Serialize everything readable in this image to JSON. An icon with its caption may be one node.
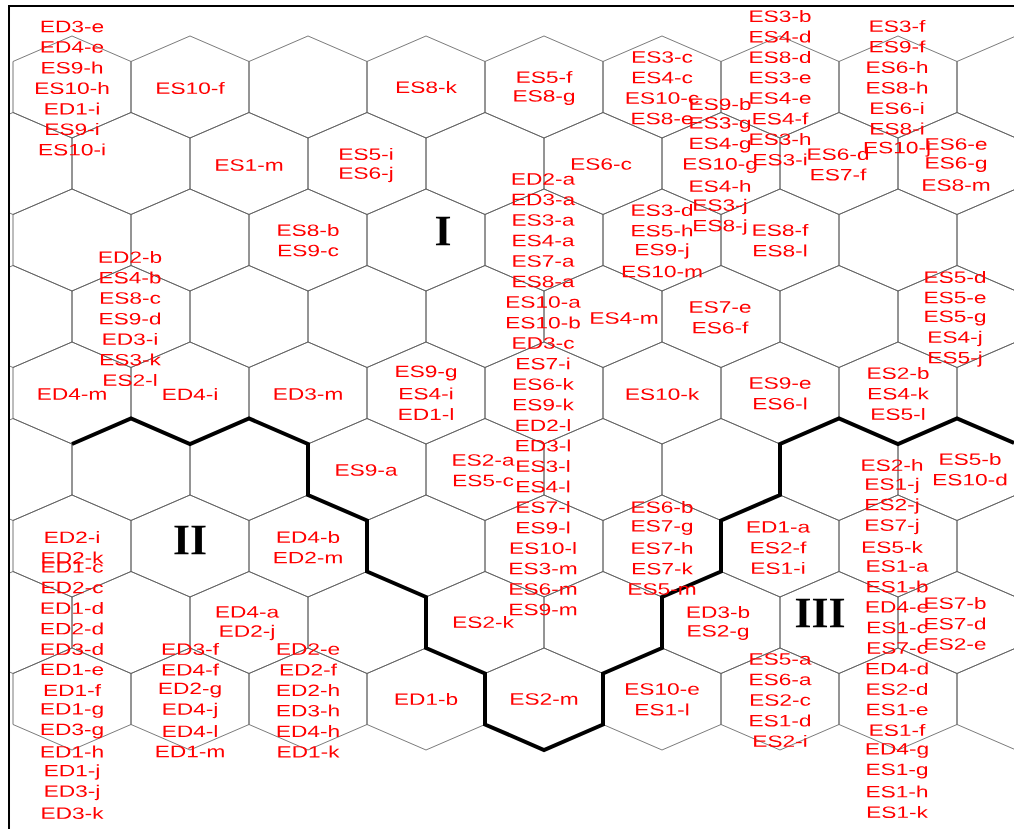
{
  "diagram": {
    "labels": [
      "ED3-e",
      "ED4-e",
      "ES9-h",
      "ES10-h",
      "ED1-i",
      "ES9-i",
      "ES10-i",
      "ES10-f",
      "ES8-k",
      "ES5-f",
      "ES8-g",
      "ES3-c",
      "ES4-c",
      "ES10-c",
      "ES8-e",
      "ES3-b",
      "ES4-d",
      "ES8-d",
      "ES3-e",
      "ES4-e",
      "ES4-f",
      "ES3-h",
      "ES3-i",
      "ES3-f",
      "ES9-f",
      "ES6-h",
      "ES8-h",
      "ES6-i",
      "ES8-i",
      "ES10-j",
      "ES9-b",
      "ES3-g",
      "ES4-g",
      "ES10-g",
      "ES4-h",
      "ES3-j",
      "ES8-j",
      "ES1-m",
      "ES5-i",
      "ES6-j",
      "ES6-c",
      "ES6-d",
      "ES7-f",
      "ES6-e",
      "ES6-g",
      "ES8-m",
      "ED2-a",
      "ED3-a",
      "ES3-a",
      "ES4-a",
      "ES7-a",
      "ES8-a",
      "ES10-a",
      "ES10-b",
      "ED3-c",
      "ES7-i",
      "ES6-k",
      "ES9-k",
      "ED2-l",
      "ED3-l",
      "ES3-l",
      "ES4-l",
      "ES7-l",
      "ES9-l",
      "ES10-l",
      "ES3-m",
      "ES6-m",
      "ES9-m",
      "ES3-d",
      "ES5-h",
      "ES9-j",
      "ES10-m",
      "ES8-b",
      "ES9-c",
      "I",
      "ES8-f",
      "ES8-l",
      "ED2-b",
      "ES4-b",
      "ES8-c",
      "ES9-d",
      "ED3-i",
      "ES3-k",
      "ES2-l",
      "ES5-d",
      "ES5-e",
      "ES5-g",
      "ES4-j",
      "ES5-j",
      "ES7-e",
      "ES6-f",
      "ES4-m",
      "ED4-m",
      "ED4-i",
      "ED3-m",
      "ES9-g",
      "ES4-i",
      "ED1-l",
      "ES10-k",
      "ES9-e",
      "ES6-l",
      "ES2-b",
      "ES4-k",
      "ES5-l",
      "ES2-a",
      "ES5-c",
      "ES9-a",
      "ES5-b",
      "ES10-d",
      "ES2-h",
      "ES1-j",
      "ES2-j",
      "ES7-j",
      "ES5-k",
      "ES6-b",
      "ES7-g",
      "ES7-h",
      "ES7-k",
      "ES5-m",
      "ED1-a",
      "ES2-f",
      "ES1-i",
      "ED2-i",
      "ED2-k",
      "II",
      "ED4-b",
      "ED2-m",
      "ED1-c",
      "ED2-c",
      "ED1-d",
      "ED2-d",
      "ED3-d",
      "ED1-e",
      "ED1-f",
      "ED1-g",
      "ED3-g",
      "ED1-h",
      "ED1-j",
      "ED3-j",
      "ED3-k",
      "ES1-a",
      "ES1-b",
      "ED4-e",
      "ES1-c",
      "ES7-c",
      "ED4-d",
      "ES2-d",
      "ES1-e",
      "ES1-f",
      "ED4-g",
      "ES1-g",
      "ES1-h",
      "ES1-k",
      "ED4-a",
      "ED2-j",
      "ED3-b",
      "ES2-g",
      "III",
      "ES2-k",
      "ES7-b",
      "ES7-d",
      "ES2-e",
      "ED3-f",
      "ED4-f",
      "ED2-g",
      "ED4-j",
      "ED4-l",
      "ED1-m",
      "ED2-e",
      "ED2-f",
      "ED2-h",
      "ED3-h",
      "ED4-h",
      "ED1-k",
      "ES5-a",
      "ES6-a",
      "ES2-c",
      "ES1-d",
      "ES2-i",
      "ES10-e",
      "ES1-l",
      "ED1-b",
      "ES2-m"
    ]
  }
}
